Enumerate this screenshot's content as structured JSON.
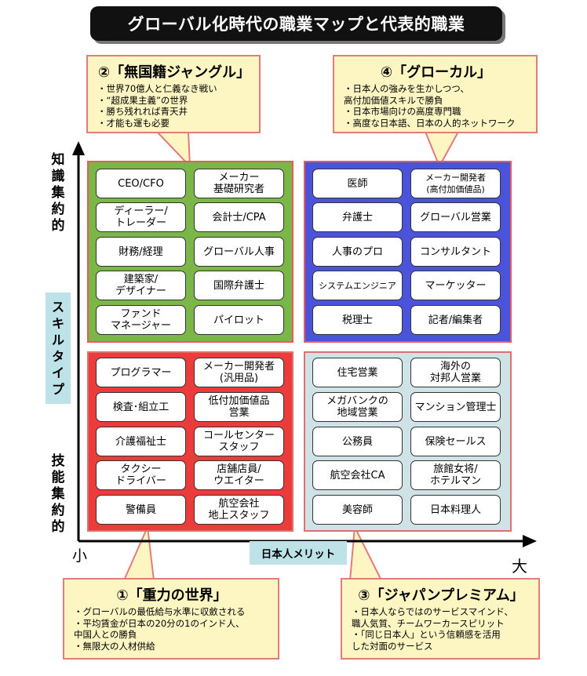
{
  "title": "グローバル化時代の職業マップと代表的職業",
  "axes": {
    "y_top": "知識集約的",
    "y_middle": "スキルタイプ",
    "y_bottom": "技能集約的",
    "x_left": "小",
    "x_middle": "日本人メリット",
    "x_right": "大"
  },
  "callouts": {
    "q2": {
      "title": "②「無国籍ジャングル」",
      "items": [
        "世界70億人と仁義なき戦い",
        "“超成果主義”の世界",
        "勝ち残れれば青天井",
        "才能も運も必要"
      ]
    },
    "q4": {
      "title": "④「グローカル」",
      "items": [
        "日本人の強みを生かしつつ、\n高付加価値スキルで勝負",
        "日本市場向けの高度専門職",
        "高度な日本語、日本の人的ネットワーク"
      ]
    },
    "q1": {
      "title": "①「重力の世界」",
      "items": [
        "グローバルの最低給与水準に収斂される",
        "平均賃金が日本の20分の1のインド人、\n中国人との勝負",
        "無限大の人材供給"
      ]
    },
    "q3": {
      "title": "③「ジャパンプレミアム」",
      "items": [
        "日本人ならではのサービスマインド、\n職人気質、チームワーカースピリット",
        "「同じ日本人」という信頼感を活用\nした対面のサービス"
      ]
    }
  },
  "quadrants": {
    "green": [
      "CEO/CFO",
      "メーカー\n基礎研究者",
      "ディーラー/\nトレーダー",
      "会計士/CPA",
      "財務/経理",
      "グローバル人事",
      "建築家/\nデザイナー",
      "国際弁護士",
      "ファンド\nマネージャー",
      "パイロット"
    ],
    "blue": [
      "医師",
      "メーカー開発者\n(高付加価値品)",
      "弁護士",
      "グローバル営業",
      "人事のプロ",
      "コンサルタント",
      "システムエンジニア",
      "マーケッター",
      "税理士",
      "記者/編集者"
    ],
    "red": [
      "プログラマー",
      "メーカー開発者\n(汎用品)",
      "検査･組立工",
      "低付加価値品\n営業",
      "介護福祉士",
      "コールセンター\nスタッフ",
      "タクシー\nドライバー",
      "店舗店員/\nウエイター",
      "警備員",
      "航空会社\n地上スタッフ"
    ],
    "gray": [
      "住宅営業",
      "海外の\n対邦人営業",
      "メガバンクの\n地域営業",
      "マンション管理士",
      "公務員",
      "保険セールス",
      "航空会社CA",
      "旅館女将/\nホテルマン",
      "美容師",
      "日本料理人"
    ]
  },
  "colors": {
    "green": "#7ab648",
    "blue": "#4a53d9",
    "red": "#ec3b3b",
    "gray": "#cfe3e6",
    "callout_fill": "#fdf6c3",
    "callout_border": "#e57a7a",
    "axis_label_fill": "#bde3e8"
  }
}
